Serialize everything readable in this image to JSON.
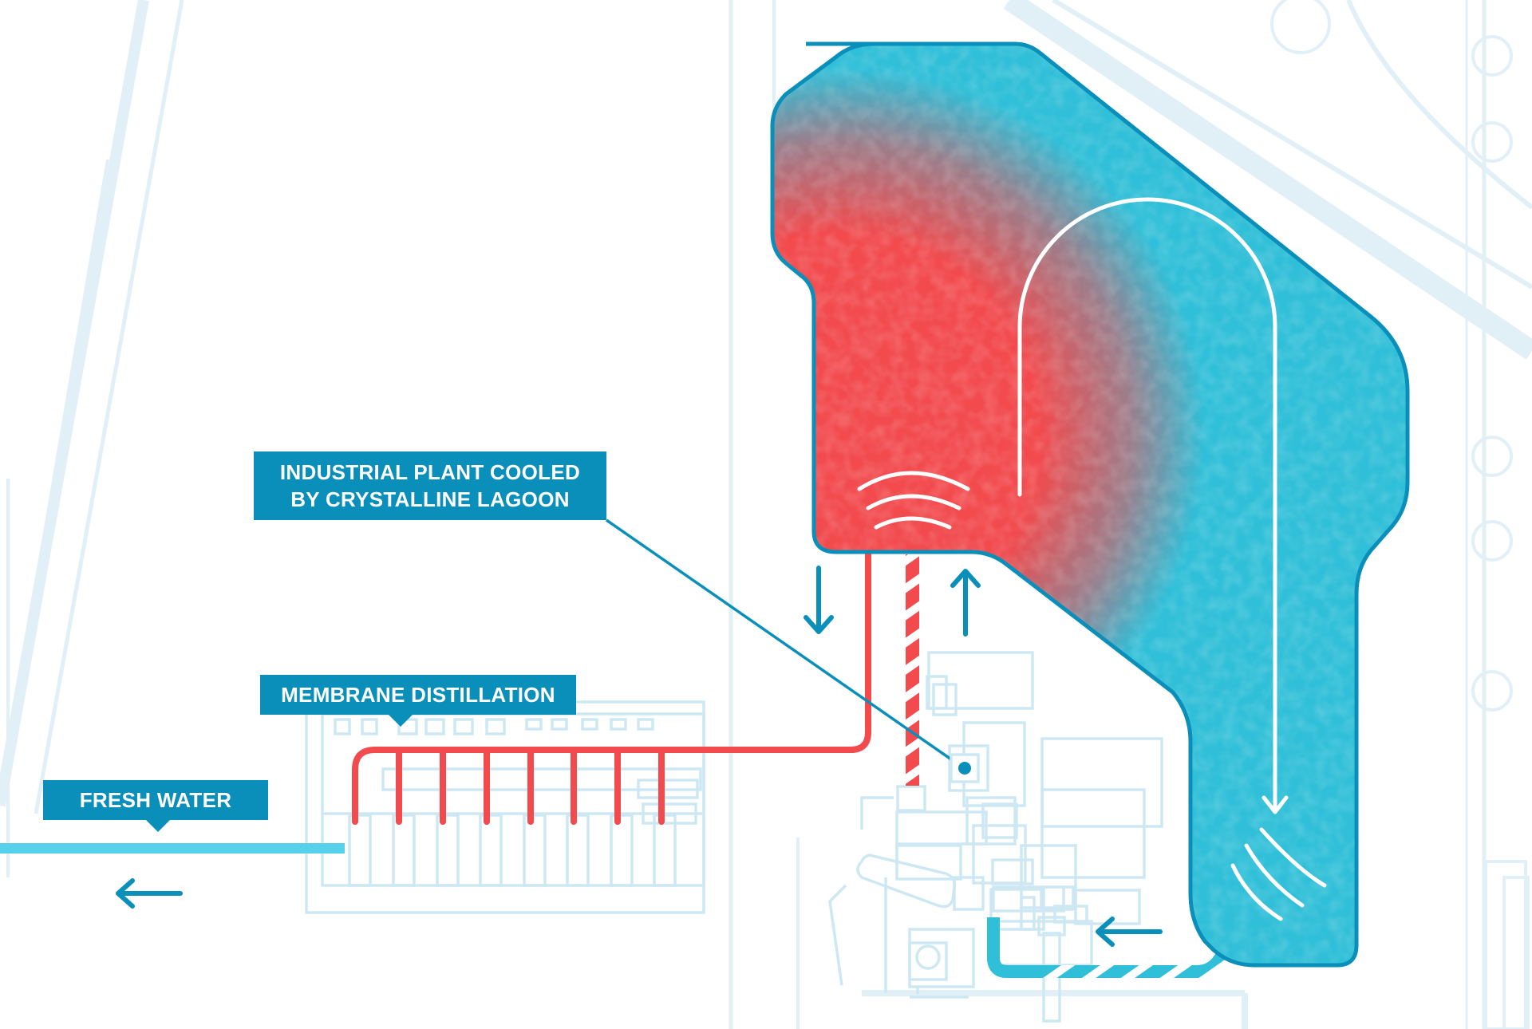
{
  "labels": {
    "plant_line1": "INDUSTRIAL PLANT COOLED",
    "plant_line2": "BY CRYSTALLINE LAGOON",
    "membrane": "MEMBRANE DISTILLATION",
    "fresh_water": "FRESH WATER"
  },
  "colors": {
    "lagoon_blue": "#2fbfd8",
    "lagoon_outline": "#0a8fba",
    "heat_red": "#f24a4d",
    "callout_bg": "#0a8fba",
    "background_lines": "#e1f0f7",
    "component_outline": "#cde8f2",
    "fresh_water_pipe": "#57d0ec",
    "arrow_blue": "#0a8fba"
  },
  "icons": [
    "heat-waves-icon",
    "cold-waves-icon",
    "arrow-down-icon",
    "arrow-up-icon",
    "arrow-left-icon",
    "flow-u-arrow-icon"
  ]
}
